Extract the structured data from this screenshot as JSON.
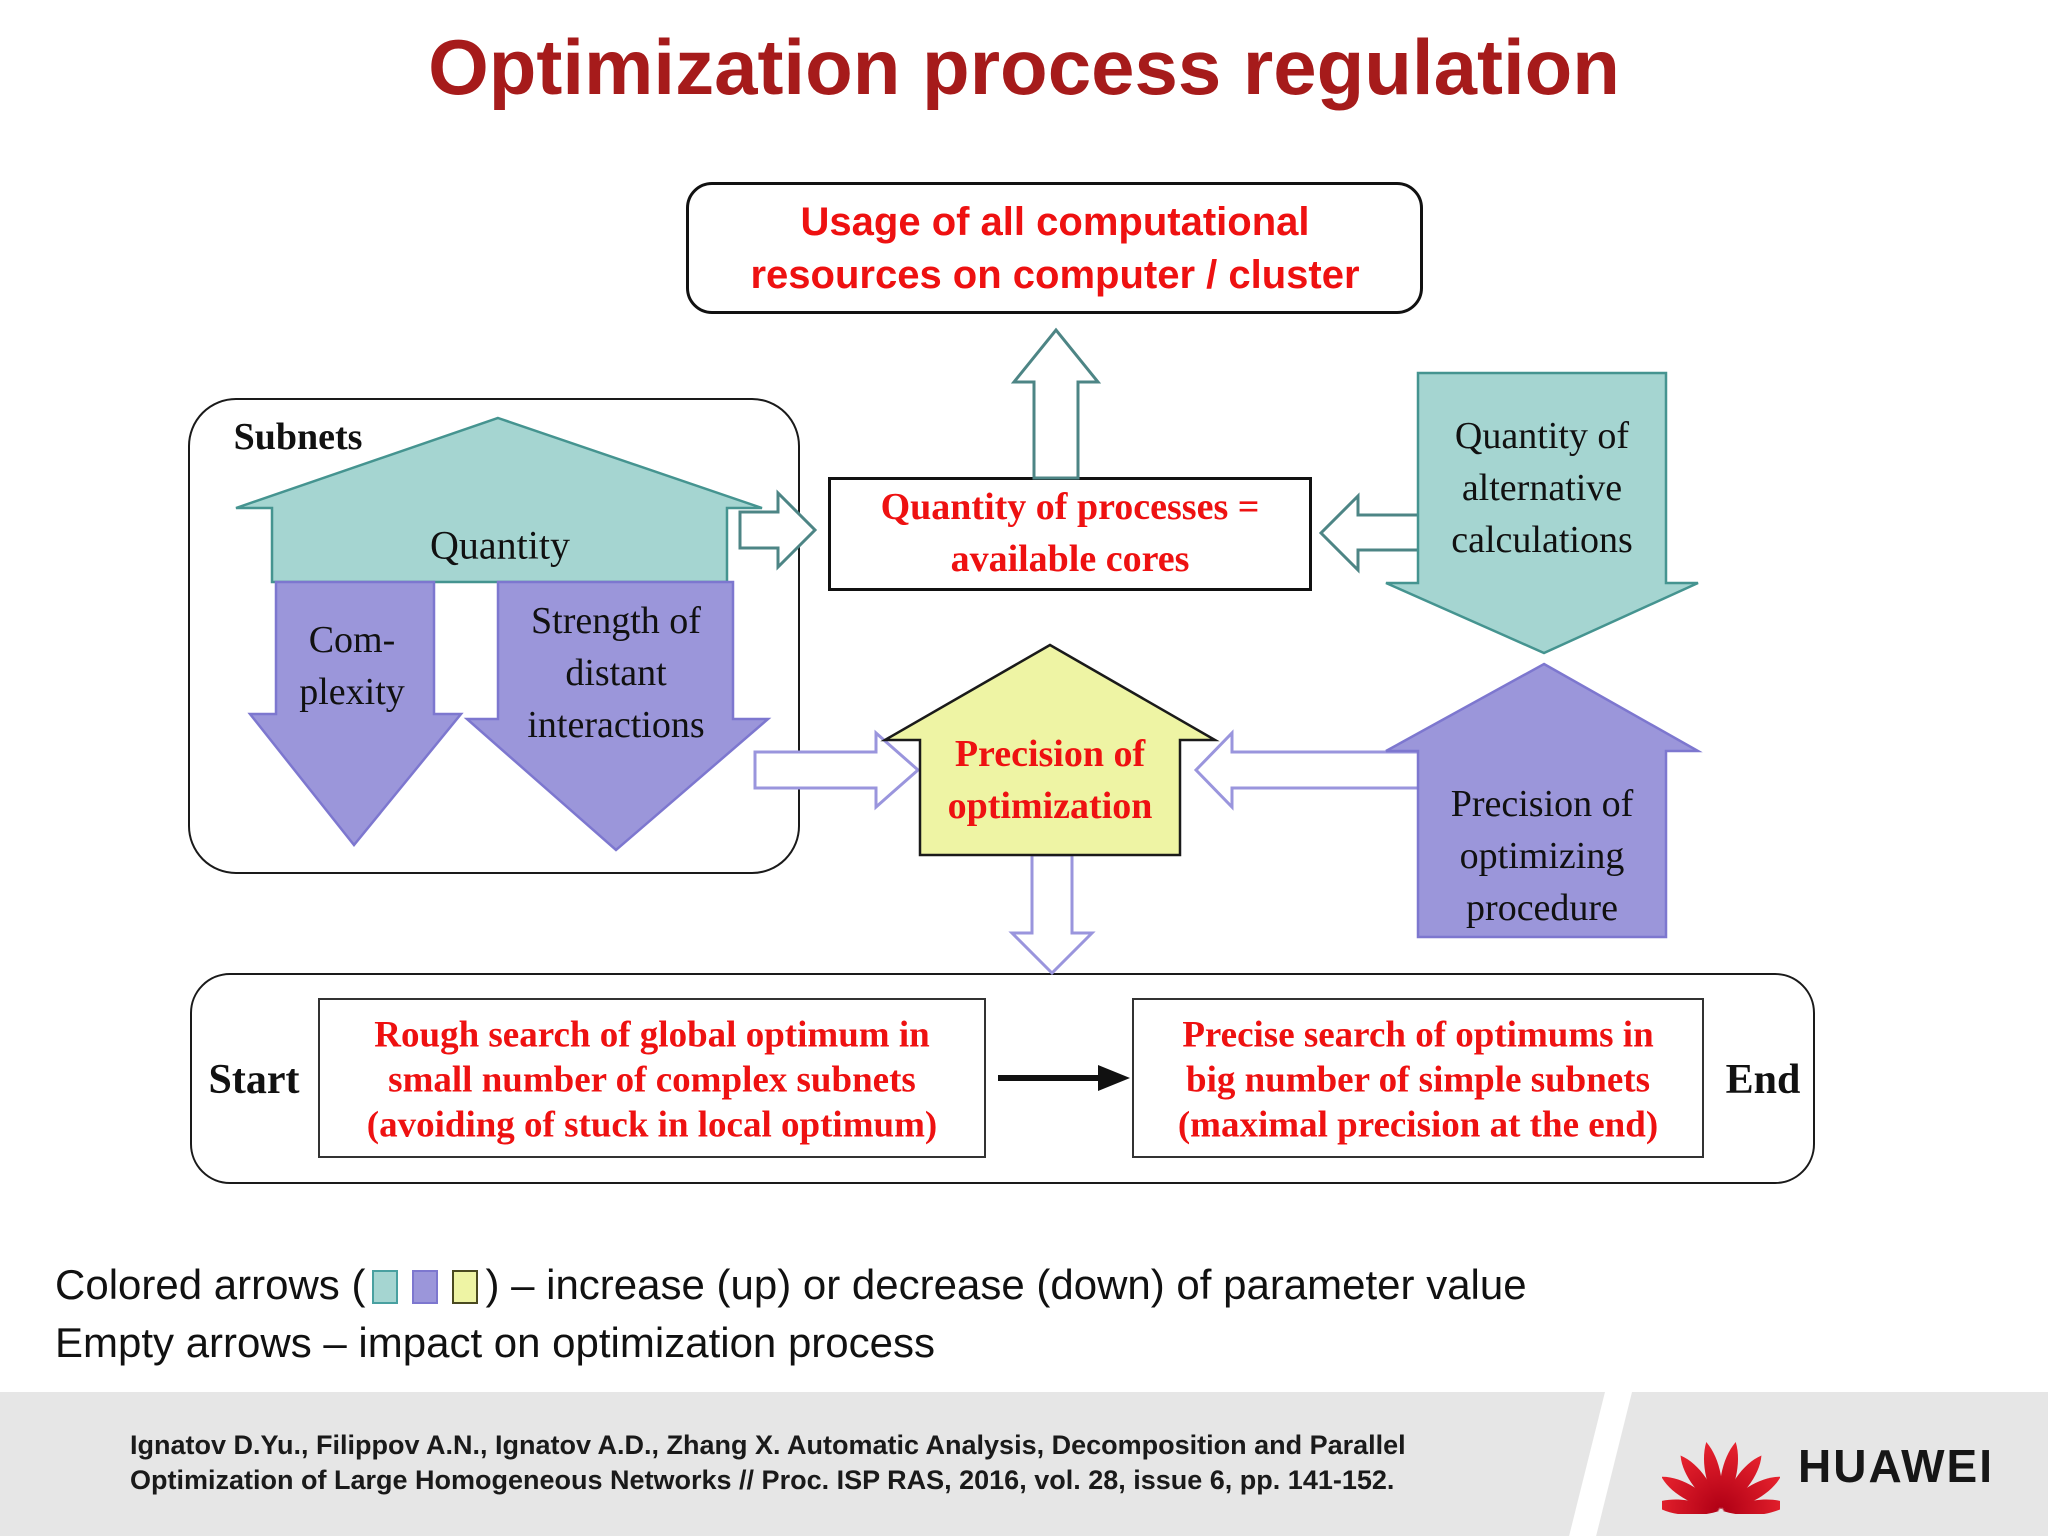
{
  "slide": {
    "title": "Optimization process regulation",
    "usage_box": {
      "line1": "Usage of all computational",
      "line2": "resources on computer / cluster"
    },
    "processes_box": {
      "line1": "Quantity of processes =",
      "line2": "available cores"
    },
    "subnets": {
      "label": "Subnets",
      "quantity_arrow": "Quantity",
      "complexity_arrow": {
        "line1": "Com-",
        "line2": "plexity"
      },
      "strength_arrow": {
        "line1": "Strength of",
        "line2": "distant",
        "line3": "interactions"
      }
    },
    "alt_calc_arrow": {
      "line1": "Quantity of",
      "line2": "alternative",
      "line3": "calculations"
    },
    "precision_opt_arrow": {
      "line1": "Precision of",
      "line2": "optimization"
    },
    "optimizing_proc_arrow": {
      "line1": "Precision of",
      "line2": "optimizing",
      "line3": "procedure"
    },
    "flow": {
      "start": "Start",
      "end": "End",
      "rough_box": {
        "line1": "Rough search of global optimum in",
        "line2": "small number of complex subnets",
        "line3": "(avoiding of stuck in local optimum)"
      },
      "precise_box": {
        "line1": "Precise search of optimums in",
        "line2": "big number of simple subnets",
        "line3": "(maximal precision at the end)"
      }
    },
    "legend": {
      "line1_prefix": "Colored arrows (",
      "line1_suffix": ") – increase (up) or decrease (down) of parameter value",
      "line2": "Empty arrows – impact on optimization process"
    },
    "footer": {
      "citation_line1": "Ignatov D.Yu., Filippov A.N., Ignatov A.D., Zhang X. Automatic Analysis, Decomposition and Parallel",
      "citation_line2": "Optimization of Large Homogeneous Networks // Proc. ISP RAS, 2016, vol. 28, issue 6, pp. 141-152.",
      "brand": "HUAWEI"
    },
    "colors": {
      "title_red": "#a61b1b",
      "text_red": "#ee1111",
      "teal_fill": "#a5d5d1",
      "teal_stroke": "#459490",
      "purple_fill": "#9b96da",
      "purple_stroke": "#7d77cf",
      "yellow_fill": "#eef4a4",
      "yellow_stroke": "#1a1a1a",
      "hollow_teal_stroke": "#4d8585",
      "hollow_purple_stroke": "#9a95dd",
      "footer_bg": "#e6e6e6",
      "huawei_red": "#d0021b"
    }
  }
}
